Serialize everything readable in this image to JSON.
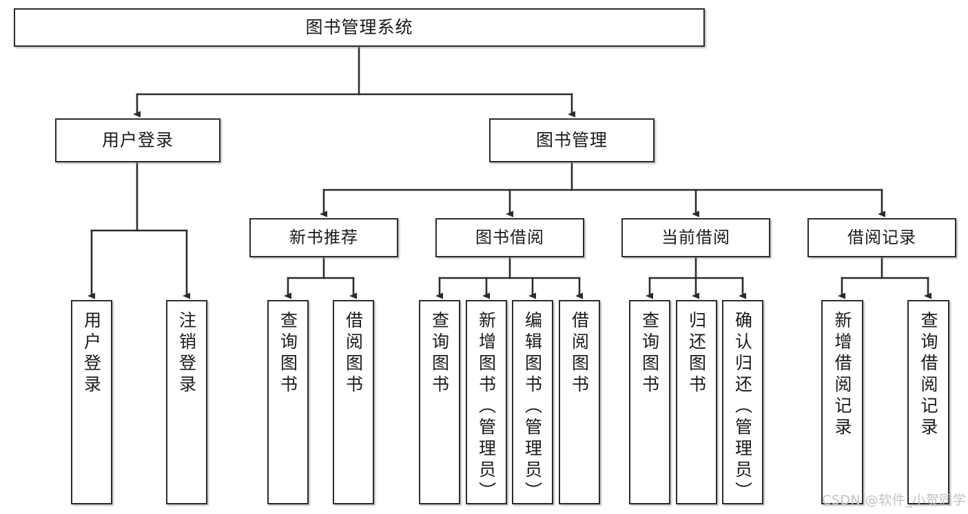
{
  "diagram": {
    "title": "图书管理系统",
    "type": "function-structure-tree",
    "watermark": "CSDN @软件_小贺同学",
    "colors": {
      "box_border": "#2b2b2b",
      "box_fill": "#ffffff",
      "connector": "#2b2b2b",
      "text": "#1a1a1a",
      "watermark": "#c2c2c2",
      "background": "#ffffff"
    }
  },
  "nodes": {
    "root": {
      "label": "图书管理系统"
    },
    "level2": [
      {
        "id": "user-login",
        "label": "用户登录"
      },
      {
        "id": "book-manage",
        "label": "图书管理"
      }
    ],
    "level3": [
      {
        "id": "new-book-recommend",
        "label": "新书推荐"
      },
      {
        "id": "book-borrow",
        "label": "图书借阅"
      },
      {
        "id": "current-borrow",
        "label": "当前借阅"
      },
      {
        "id": "borrow-record",
        "label": "借阅记录"
      }
    ],
    "leaves": {
      "user_login": [
        {
          "id": "login",
          "label": "用户登录"
        },
        {
          "id": "logout",
          "label": "注销登录"
        }
      ],
      "new_book_recommend": [
        {
          "id": "query-book-1",
          "label": "查询图书"
        },
        {
          "id": "borrow-book-1",
          "label": "借阅图书"
        }
      ],
      "book_borrow": [
        {
          "id": "query-book-2",
          "label": "查询图书"
        },
        {
          "id": "add-book",
          "label": "新增图书（管理员）"
        },
        {
          "id": "edit-book",
          "label": "编辑图书（管理员）"
        },
        {
          "id": "borrow-book-2",
          "label": "借阅图书"
        }
      ],
      "current_borrow": [
        {
          "id": "query-book-3",
          "label": "查询图书"
        },
        {
          "id": "return-book",
          "label": "归还图书"
        },
        {
          "id": "confirm-return",
          "label": "确认归还（管理员）"
        }
      ],
      "borrow_record": [
        {
          "id": "add-record",
          "label": "新增借阅记录"
        },
        {
          "id": "query-record",
          "label": "查询借阅记录"
        }
      ]
    }
  }
}
